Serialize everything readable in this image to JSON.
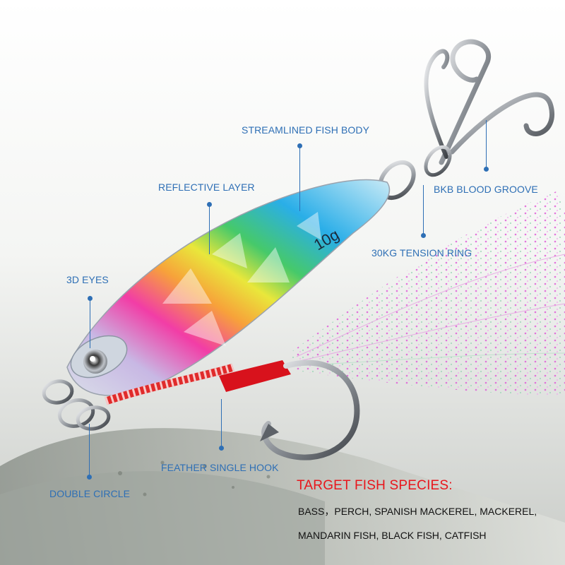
{
  "callouts": {
    "streamlined_body": "STREAMLINED FISH BODY",
    "reflective_layer": "REFLECTIVE LAYER",
    "bkb_groove": "BKB BLOOD GROOVE",
    "tension_ring": "30KG TENSION RING",
    "eyes": "3D EYES",
    "feather_hook": "FEATHER SINGLE HOOK",
    "double_circle": "DOUBLE CIRCLE"
  },
  "lure": {
    "weight_label": "10g"
  },
  "species": {
    "title": "TARGET FISH SPECIES:",
    "line1": "BASS，PERCH, SPANISH MACKEREL, MACKEREL,",
    "line2": "MANDARIN FISH, BLACK FISH, CATFISH"
  },
  "colors": {
    "accent": "#2e6fb5",
    "title": "#e8161c"
  }
}
